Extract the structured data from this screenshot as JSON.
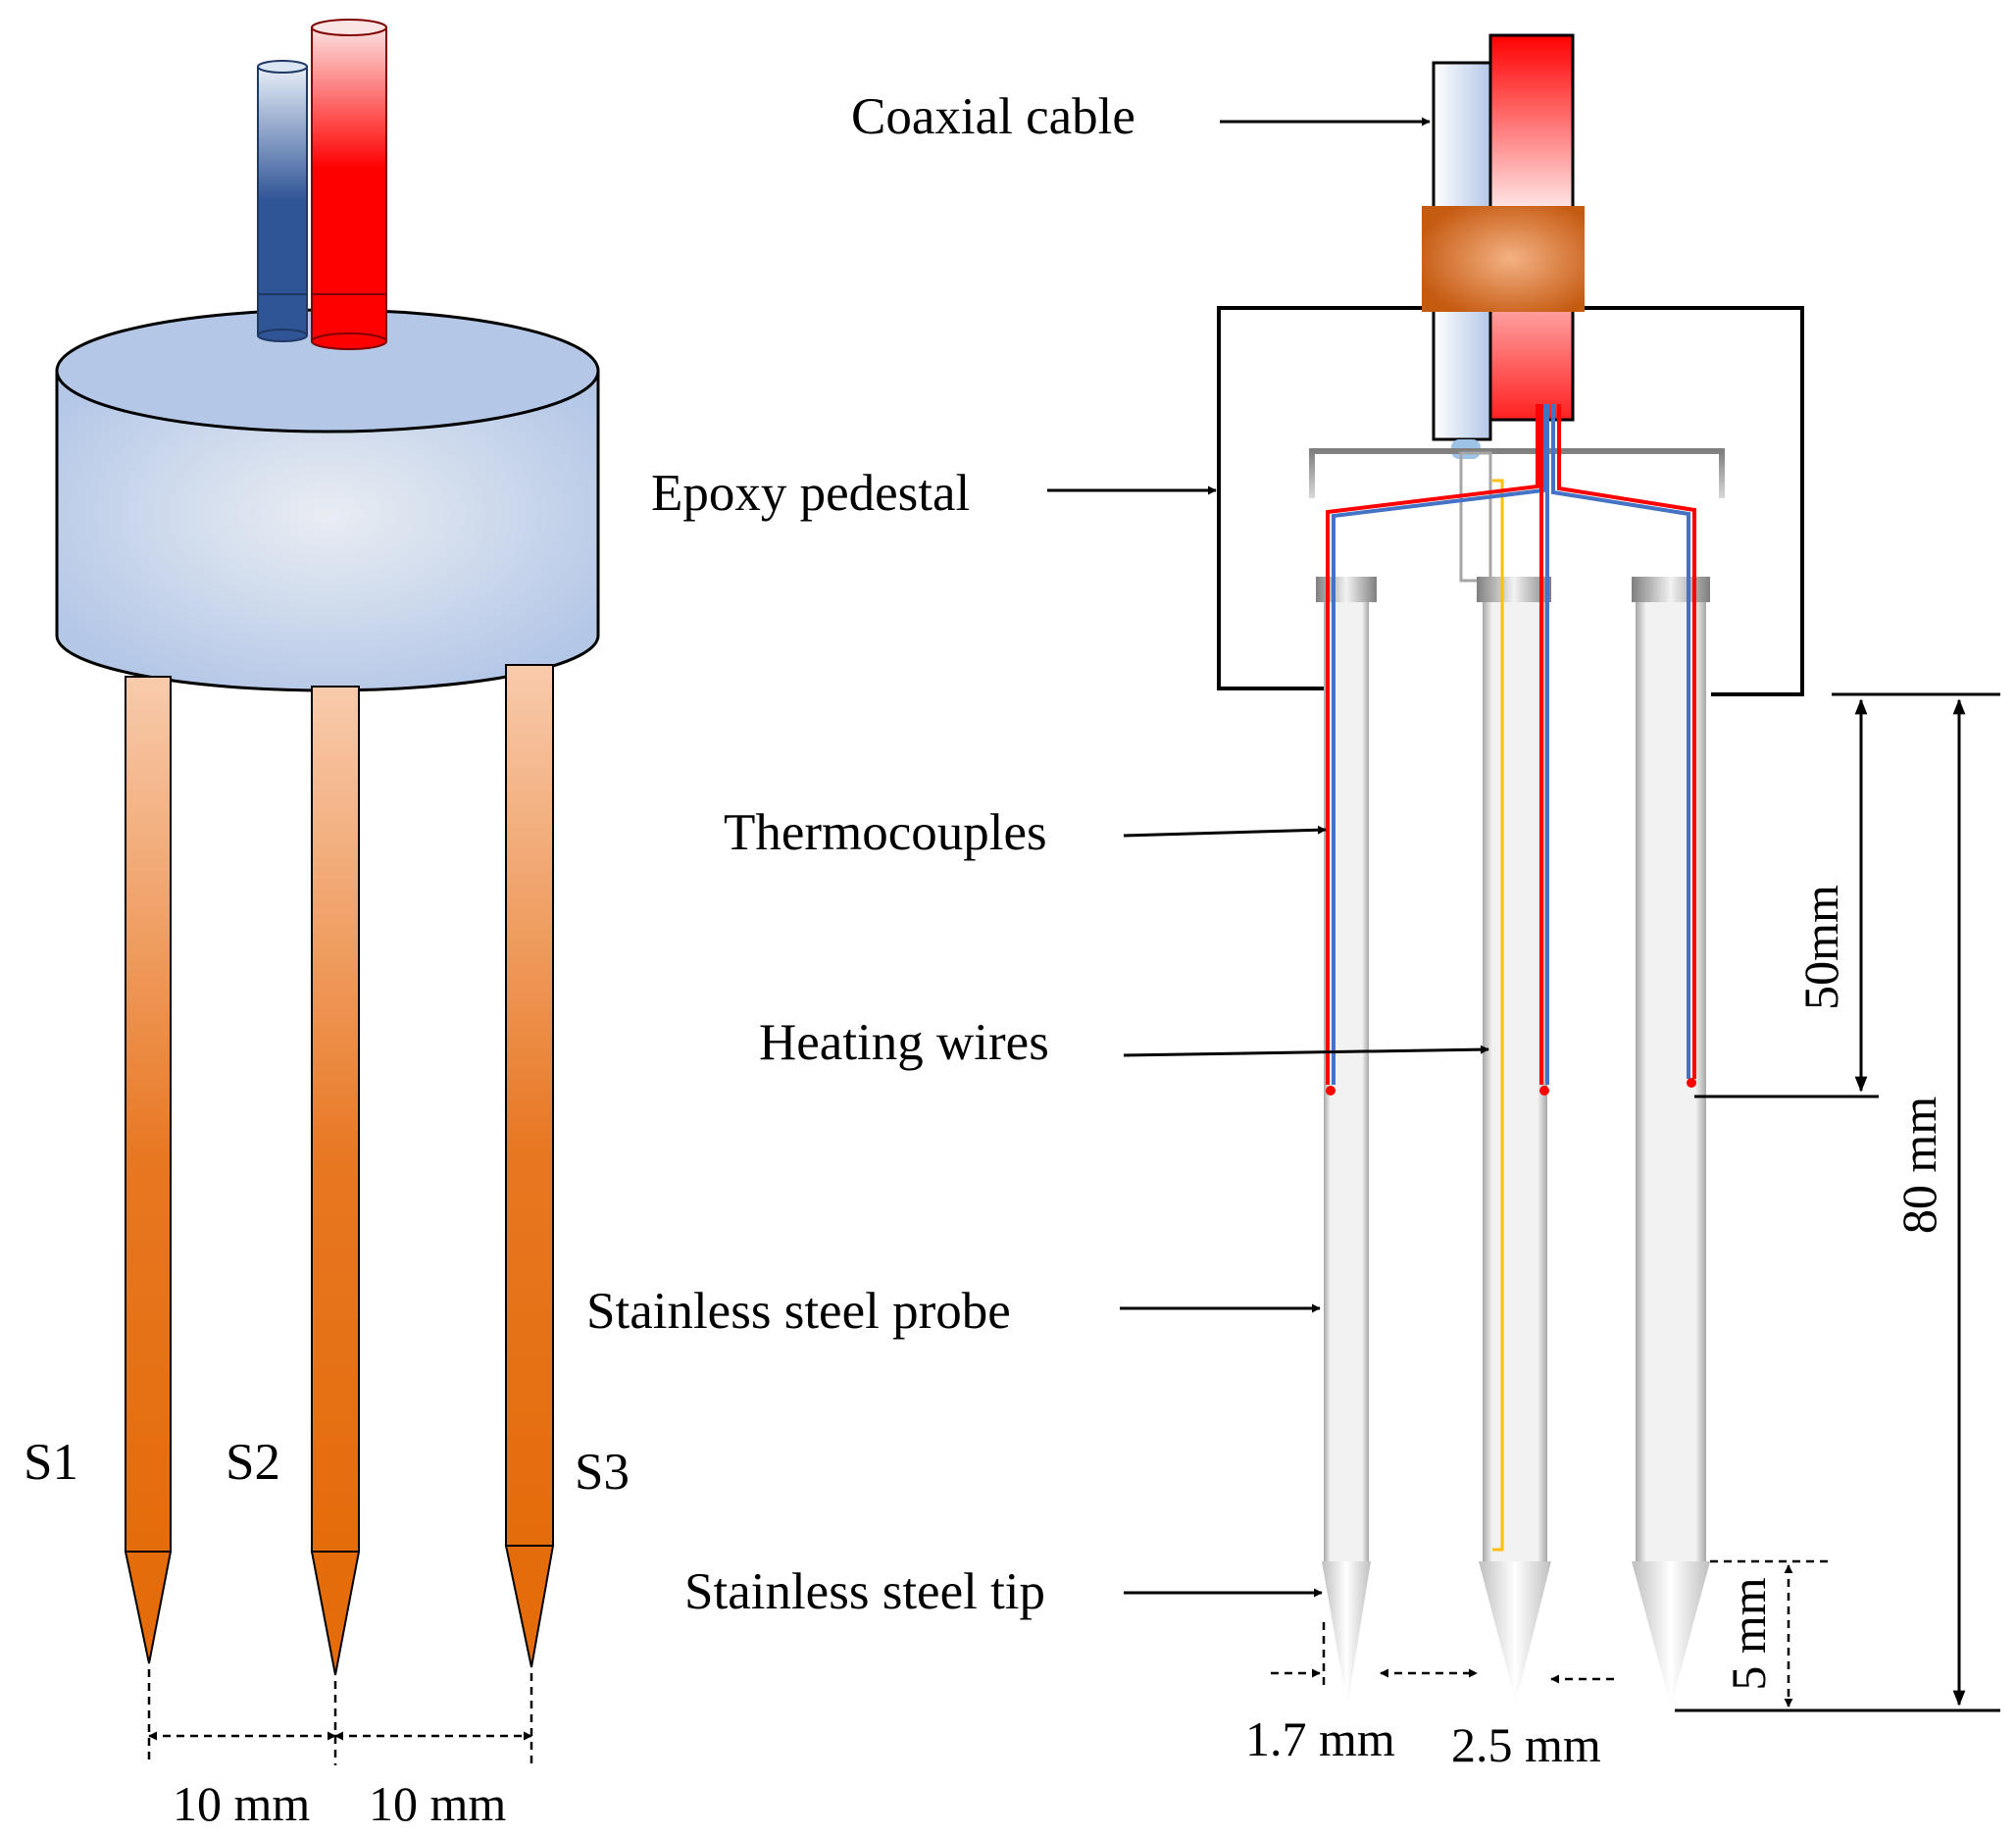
{
  "left_figure": {
    "probe_labels": [
      "S1",
      "S2",
      "S3"
    ],
    "spacing_labels": [
      "10 mm",
      "10 mm"
    ]
  },
  "right_figure": {
    "callouts": {
      "coaxial_cable": "Coaxial cable",
      "epoxy_pedestal": "Epoxy pedestal",
      "thermocouples": "Thermocouples",
      "heating_wires": "Heating wires",
      "stainless_probe": "Stainless steel probe",
      "stainless_tip": "Stainless steel tip"
    },
    "dimensions": {
      "d50": "50mm",
      "d80": "80 mm",
      "d5": "5 mm",
      "diameter": "1.7 mm",
      "gap": "2.5 mm"
    }
  },
  "colors": {
    "probe_orange": "#e87722",
    "pedestal_blue": "#b4c7e7",
    "cable_red": "#ff0000",
    "cable_blue": "#2f5597",
    "collar_brown": "#c55a11",
    "heating_wire_yellow": "#ffc000"
  }
}
